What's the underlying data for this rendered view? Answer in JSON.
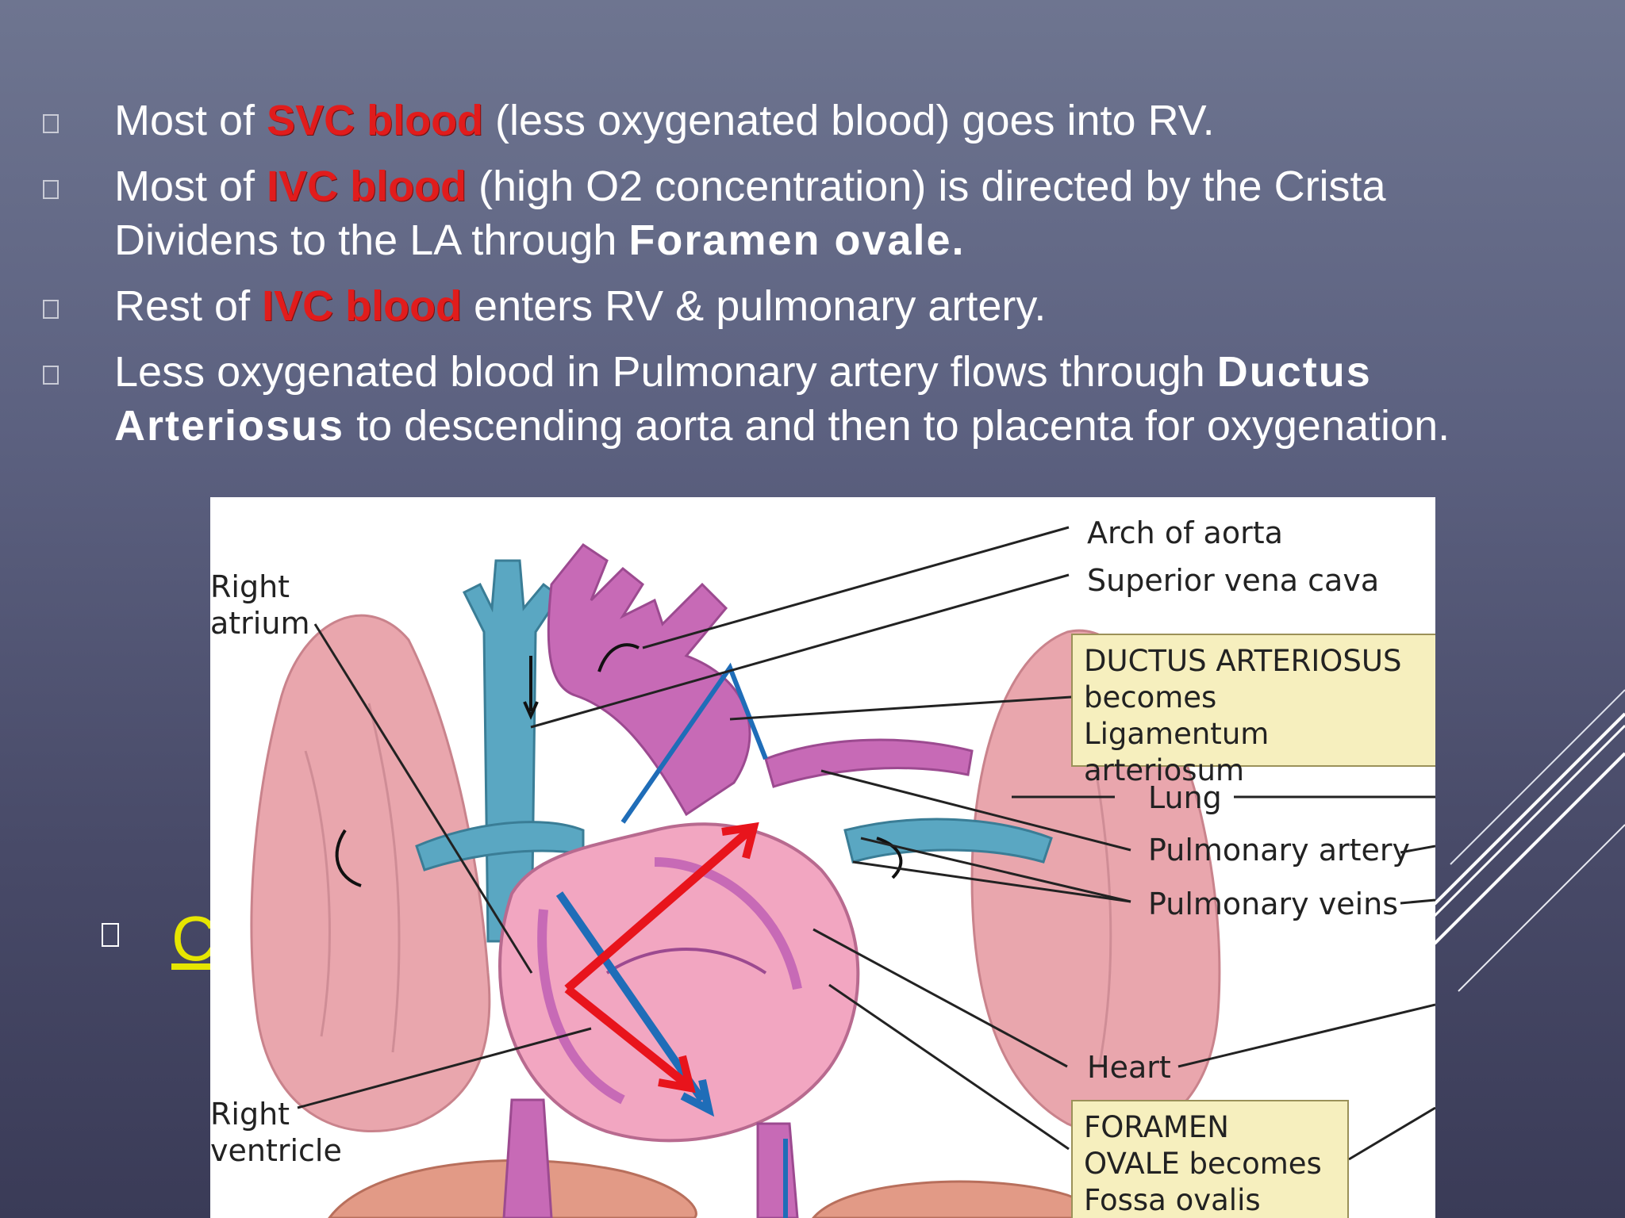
{
  "bullets": [
    {
      "pre": "Most of ",
      "highlight": "SVC blood",
      "post": " (less oxygenated blood) goes into RV."
    },
    {
      "pre": "Most of ",
      "highlight": "IVC blood",
      "post": " (high O2 concentration) is directed by the Crista Dividens to the LA through ",
      "bold": "Foramen ovale."
    },
    {
      "pre": "Rest of ",
      "highlight": "IVC blood",
      "post": " enters RV & pulmonary artery."
    },
    {
      "pre": "Less oxygenated blood in Pulmonary artery flows through ",
      "bold": "Ductus Arteriosus",
      "post2": " to descending aorta and then to placenta for oxygenation."
    }
  ],
  "link": {
    "text": "C"
  },
  "figure": {
    "labels": {
      "right_atrium_1": "Right",
      "right_atrium_2": "atrium",
      "right_ventricle_1": "Right",
      "right_ventricle_2": "ventricle",
      "arch_of_aorta": "Arch of aorta",
      "superior_vena_cava": "Superior vena cava",
      "lung": "Lung",
      "pulmonary_artery": "Pulmonary artery",
      "pulmonary_veins": "Pulmonary veins",
      "heart": "Heart"
    },
    "box_ductus": [
      "DUCTUS ARTERIOSUS",
      "becomes",
      "Ligamentum arteriosum"
    ],
    "box_foramen": [
      "FORAMEN",
      "OVALE becomes",
      "Fossa ovalis"
    ]
  },
  "colors": {
    "highlight": "#e11c1c",
    "link": "#e6e600",
    "box_fill": "#f6efbe",
    "arrow_red": "#e8141c",
    "arrow_blue": "#1f6db8"
  }
}
